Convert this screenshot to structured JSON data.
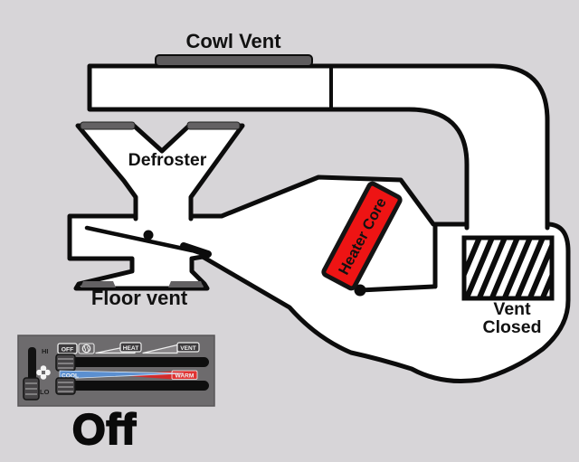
{
  "diagram": {
    "title_state": "Off",
    "labels": {
      "cowl_vent": "Cowl Vent",
      "defroster": "Defroster",
      "floor_vent": "Floor vent",
      "heater_core": "Heater Core",
      "vent_closed_line1": "Vent",
      "vent_closed_line2": "Closed"
    },
    "icons": {
      "cowl_vent_slot": "vent-slot",
      "defroster_slots": "vent-slot",
      "floor_vent_slots": "vent-slot",
      "vent_closed_grille": "hatched-closed-vent",
      "flaps": "airflow-flap"
    },
    "colors": {
      "background": "#d7d5d8",
      "duct_fill": "#ffffff",
      "outline": "#0c0c0c",
      "vent_slot_gray": "#636163",
      "heater_core_red": "#ee1414"
    }
  },
  "control_panel": {
    "mode_labels": {
      "off": "OFF",
      "heat": "HEAT",
      "vent": "VENT"
    },
    "fan": {
      "hi": "HI",
      "lo": "LO"
    },
    "temperature": {
      "cool": "COOL",
      "warm": "WARM"
    },
    "icons": {
      "fan": "fan-clover-icon",
      "defrost": "defrost-circle-icon"
    },
    "sliders": {
      "mode_position": "OFF",
      "temperature_position": "COOL",
      "fan_position": "LO"
    },
    "colors": {
      "panel": "#6d6b6d",
      "track": "#0e0e0e",
      "cool_blue": "#5b8fd0",
      "warm_red": "#d42a2a"
    }
  },
  "status": {
    "mode": "Off"
  }
}
